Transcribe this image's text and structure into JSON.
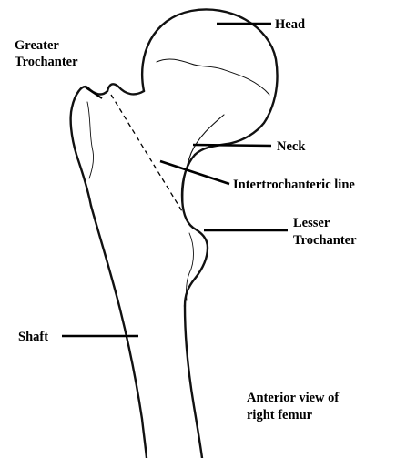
{
  "labels": {
    "head": "Head",
    "greater_trochanter_line1": "Greater",
    "greater_trochanter_line2": "Trochanter",
    "neck": "Neck",
    "intertrochanteric_line": "Intertrochanteric line",
    "lesser_trochanter_line1": "Lesser",
    "lesser_trochanter_line2": "Trochanter",
    "shaft": "Shaft"
  },
  "caption": {
    "line1": "Anterior view of",
    "line2": "right femur"
  },
  "colors": {
    "background": "#ffffff",
    "ink": "#000000"
  }
}
